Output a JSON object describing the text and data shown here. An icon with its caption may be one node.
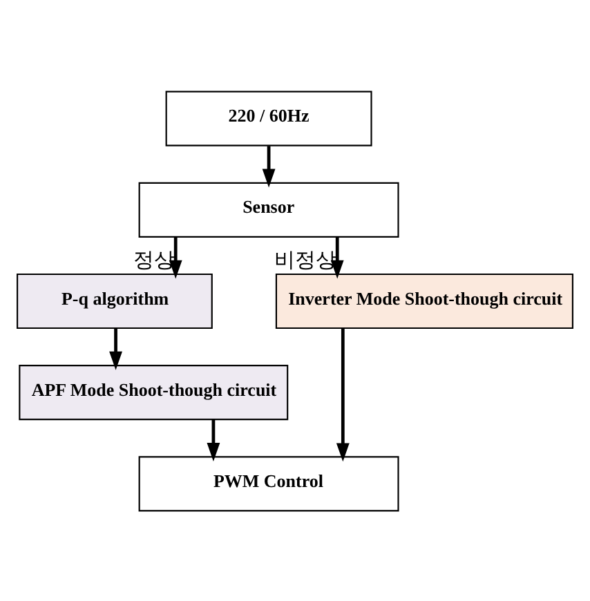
{
  "diagram": {
    "nodes": [
      {
        "text": [
          "220 / 60Hz"
        ]
      },
      {
        "text": [
          "Sensor"
        ]
      },
      {
        "text": [
          "P-q algorithm"
        ]
      },
      {
        "text": [
          "APF Mode Shoot-though circuit"
        ]
      },
      {
        "text": [
          "Inverter Mode Shoot-though circuit"
        ]
      },
      {
        "text": [
          "PWM Control"
        ]
      }
    ],
    "edges": [
      {
        "from": 0,
        "to": 1,
        "arrow": "to"
      },
      {
        "from": 1,
        "to": 2,
        "arrow": "to",
        "label": "정상"
      },
      {
        "from": 1,
        "to": 4,
        "arrow": "to",
        "label": "비정상"
      },
      {
        "from": 2,
        "to": 3,
        "arrow": "to"
      },
      {
        "from": 3,
        "to": 5,
        "arrow": "to"
      },
      {
        "from": 4,
        "to": 5,
        "arrow": "to"
      }
    ]
  }
}
